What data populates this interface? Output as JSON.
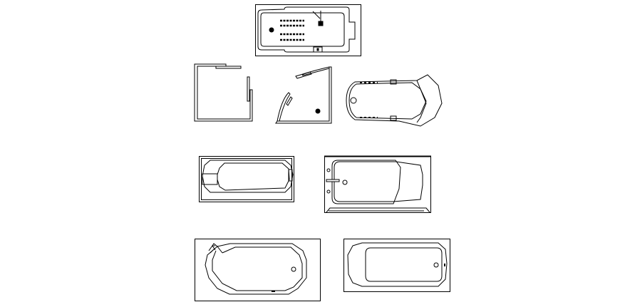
{
  "drawing": {
    "background": "#ffffff",
    "line_color": "#000000",
    "blocks": [
      {
        "name": "whirlpool-tub-with-jets"
      },
      {
        "name": "square-shower-enclosure"
      },
      {
        "name": "corner-shower-enclosure"
      },
      {
        "name": "oval-tub-with-headrest"
      },
      {
        "name": "tub-with-backrest"
      },
      {
        "name": "tub-with-faucet-and-apron"
      },
      {
        "name": "oval-tub-with-faucet"
      },
      {
        "name": "rectangular-tub-with-drain"
      }
    ]
  }
}
